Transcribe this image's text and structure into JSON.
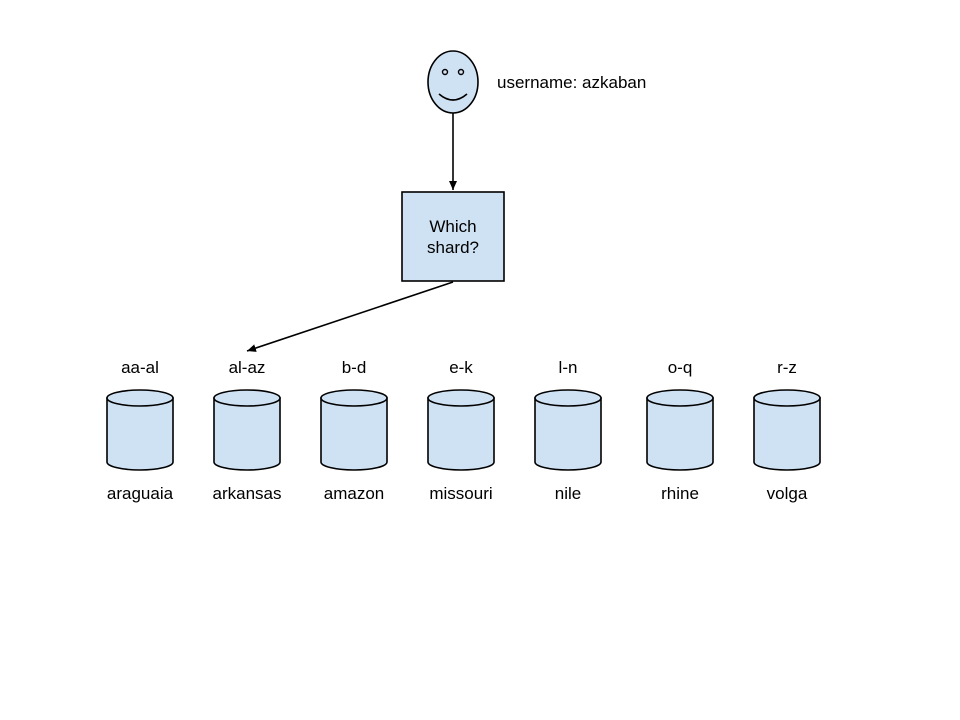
{
  "colors": {
    "fill": "#cfe2f3",
    "stroke": "#000000",
    "background": "#ffffff"
  },
  "user": {
    "icon": "smiley-face-icon",
    "label": "username: azkaban"
  },
  "router": {
    "line1": "Which",
    "line2": "shard?"
  },
  "target_shard": "arkansas",
  "shards": [
    {
      "range": "aa-al",
      "name": "araguaia"
    },
    {
      "range": "al-az",
      "name": "arkansas"
    },
    {
      "range": "b-d",
      "name": "amazon"
    },
    {
      "range": "e-k",
      "name": "missouri"
    },
    {
      "range": "l-n",
      "name": "nile"
    },
    {
      "range": "o-q",
      "name": "rhine"
    },
    {
      "range": "r-z",
      "name": "volga"
    }
  ]
}
